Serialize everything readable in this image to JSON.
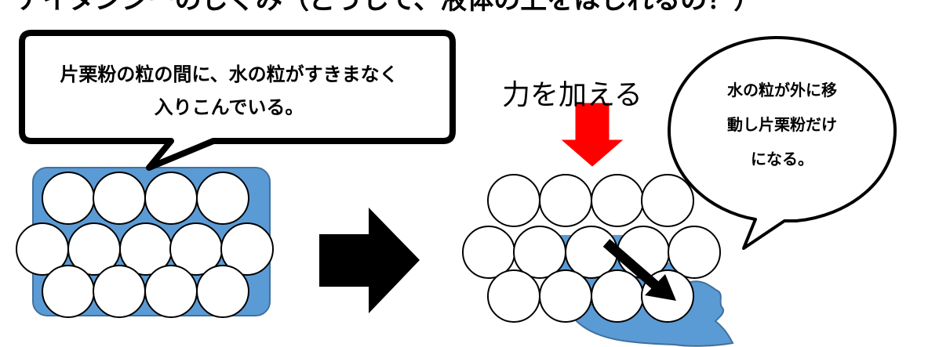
{
  "top_heading": "ナイタンシーのしくみ（どうして、液体の上をはしれるの？）",
  "callout_left": {
    "line1": "片栗粉の粒の間に、水の粒がすきまなく",
    "line2": "入りこんでいる。"
  },
  "force_label": "力を加える",
  "callout_right": {
    "line1": "水の粒が外に移",
    "line2": "動し片栗粉だけ",
    "line3": "になる。"
  },
  "colors": {
    "water": "#5b9bd5",
    "water_stroke": "#41719c",
    "particle_fill": "#ffffff",
    "outline": "#000000",
    "force_arrow": "#ff0000",
    "transition_arrow": "#000000"
  }
}
